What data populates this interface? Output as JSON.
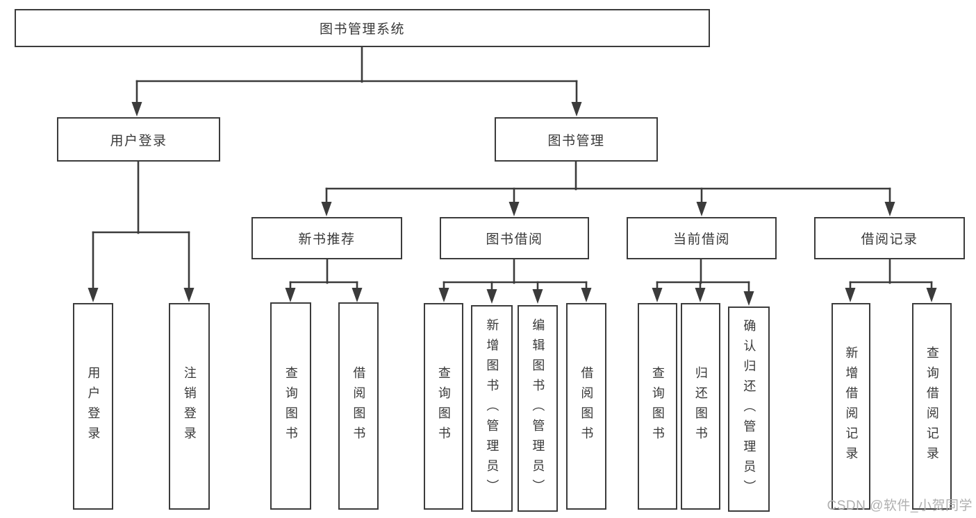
{
  "nodes": {
    "root": {
      "label": "图书管理系统"
    },
    "user_login": {
      "label": "用户登录"
    },
    "book_mgmt": {
      "label": "图书管理"
    },
    "new_book_rec": {
      "label": "新书推荐"
    },
    "book_borrow": {
      "label": "图书借阅"
    },
    "current_borrow": {
      "label": "当前借阅"
    },
    "borrow_records": {
      "label": "借阅记录"
    },
    "login_user": {
      "label": "用户登录"
    },
    "login_logout": {
      "label": "注销登录"
    },
    "rec_query_book": {
      "label": "查询图书"
    },
    "rec_borrow_book": {
      "label": "借阅图书"
    },
    "bb_query_book": {
      "label": "查询图书"
    },
    "bb_add_book": {
      "label": "新增图书（管理员）"
    },
    "bb_edit_book": {
      "label": "编辑图书（管理员）"
    },
    "bb_borrow_book": {
      "label": "借阅图书"
    },
    "cb_query_book": {
      "label": "查询图书"
    },
    "cb_return_book": {
      "label": "归还图书"
    },
    "cb_confirm_return": {
      "label": "确认归还（管理员）"
    },
    "br_add_record": {
      "label": "新增借阅记录"
    },
    "br_query_record": {
      "label": "查询借阅记录"
    }
  },
  "watermark": {
    "text": "CSDN @软件_小贺同学"
  },
  "colors": {
    "line": "#3b3b3b",
    "box_border": "#3b3b3b",
    "text": "#383838",
    "watermark": "#b0b0b0",
    "background": "#ffffff"
  }
}
